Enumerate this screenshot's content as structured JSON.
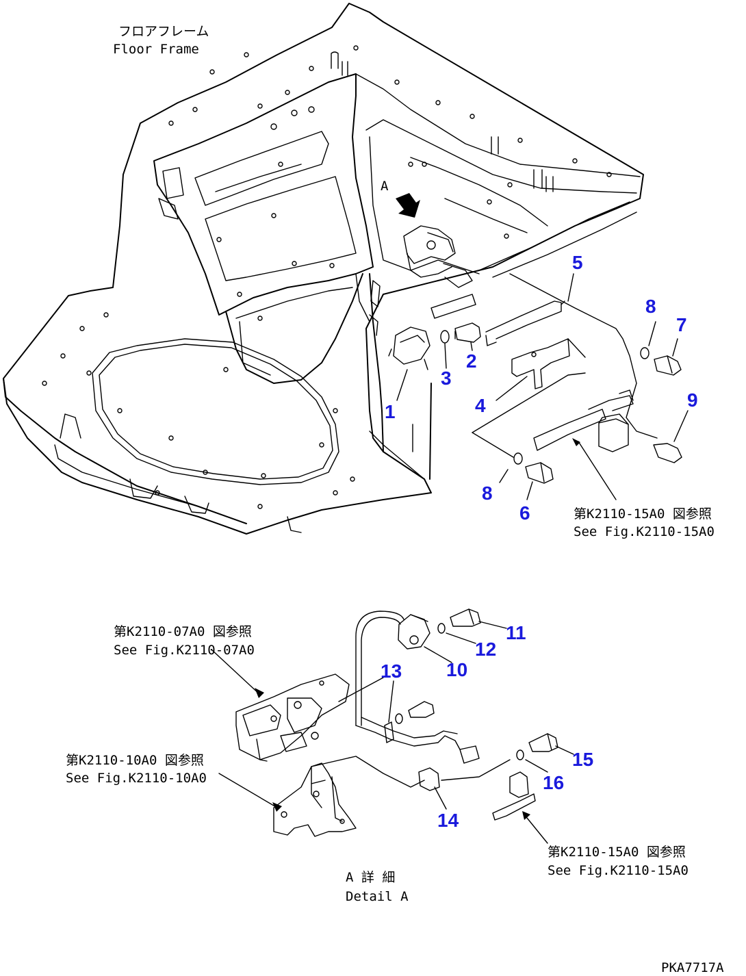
{
  "labels": {
    "floor_frame_jp": "フロアフレーム",
    "floor_frame_en": "Floor Frame",
    "ref_1540_a_jp": "第K2110-15A0 図参照",
    "ref_1540_a_en": "See Fig.K2110-15A0",
    "ref_0740_jp": "第K2110-07A0 図参照",
    "ref_0740_en": "See Fig.K2110-07A0",
    "ref_1040_jp": "第K2110-10A0 図参照",
    "ref_1040_en": "See Fig.K2110-10A0",
    "ref_1540_b_jp": "第K2110-15A0 図参照",
    "ref_1540_b_en": "See Fig.K2110-15A0",
    "view_a": "A",
    "detail_jp": "A 詳 細",
    "detail_en": "Detail A",
    "drawing_id": "PKA7717A"
  },
  "part_numbers": [
    "1",
    "2",
    "3",
    "4",
    "5",
    "6",
    "7",
    "8",
    "8",
    "9",
    "10",
    "11",
    "12",
    "13",
    "14",
    "15",
    "16"
  ],
  "colors": {
    "part_number": "#1a1adc",
    "line": "#000000",
    "background": "#ffffff"
  }
}
